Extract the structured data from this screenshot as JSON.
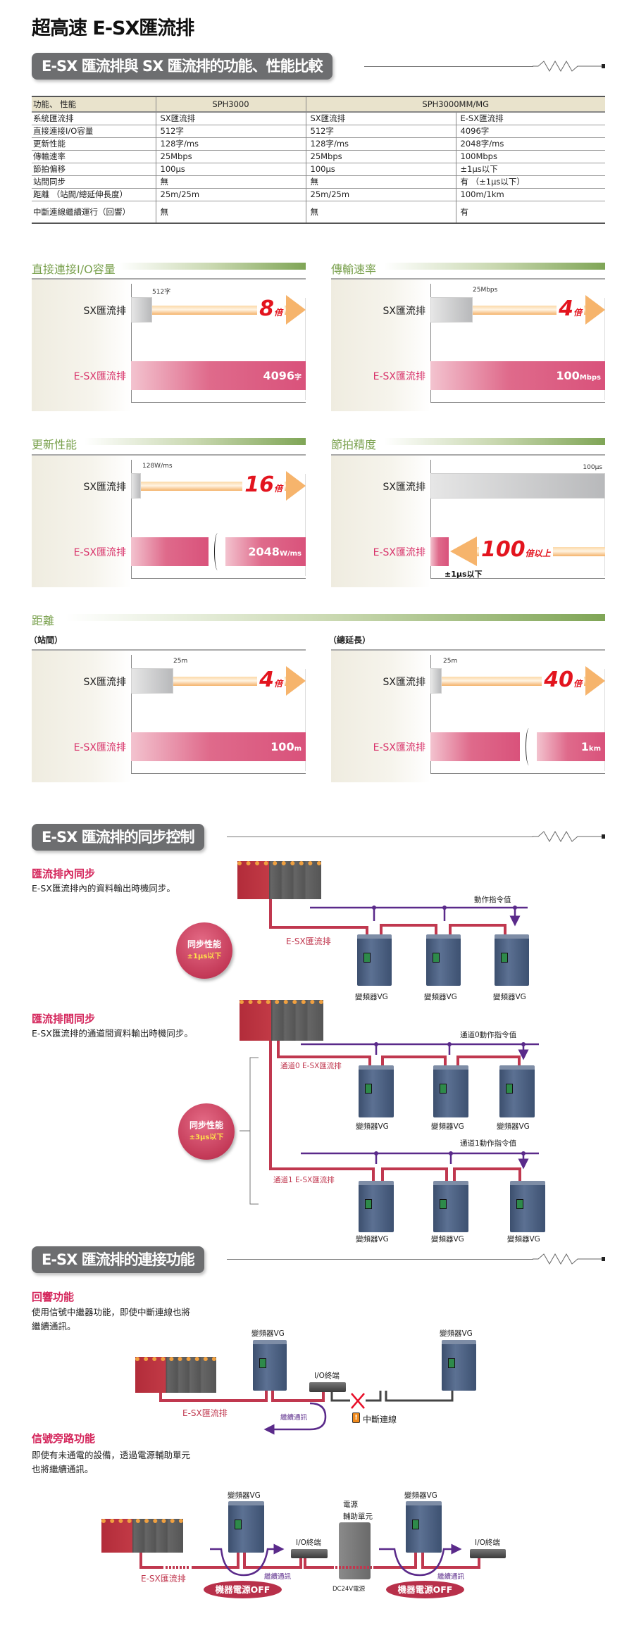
{
  "page_title": "超高速 E-SX匯流排",
  "sections": {
    "compare": "E-SX 匯流排與 SX 匯流排的功能、性能比較",
    "sync": "E-SX 匯流排的同步控制",
    "connect": "E-SX 匯流排的連接功能"
  },
  "table": {
    "headers": [
      "功能、 性能",
      "SPH3000",
      "SPH3000MM/MG"
    ],
    "rows": [
      [
        "系統匯流排",
        "SX匯流排",
        "SX匯流排",
        "E-SX匯流排"
      ],
      [
        "直接連接I/O容量",
        "512字",
        "512字",
        "4096字"
      ],
      [
        "更新性能",
        "128字/ms",
        "128字/ms",
        "2048字/ms"
      ],
      [
        "傳輸速率",
        "25Mbps",
        "25Mbps",
        "100Mbps"
      ],
      [
        "節拍偏移",
        "100μs",
        "100μs",
        "±1μs以下"
      ],
      [
        "站間同步",
        "無",
        "無",
        "有 （±1μs以下）"
      ],
      [
        "距離 （站間/總延伸長度）",
        "25m/25m",
        "25m/25m",
        "100m/1km"
      ],
      [
        "中斷連線繼續運行（回響）",
        "無",
        "無",
        "有"
      ]
    ]
  },
  "performance": {
    "sx_label": "SX匯流排",
    "esx_label": "E-SX匯流排",
    "distance_title": "距離",
    "panels": [
      {
        "title": "直接連接I/O容量",
        "sx_value": "512字",
        "multiplier": "8",
        "multiplier_unit": "倍",
        "esx_value": "4096",
        "esx_unit": "字"
      },
      {
        "title": "傳輸速率",
        "sx_value": "25Mbps",
        "multiplier": "4",
        "multiplier_unit": "倍",
        "esx_value": "100",
        "esx_unit": "Mbps"
      },
      {
        "title": "更新性能",
        "sx_value": "128W/ms",
        "multiplier": "16",
        "multiplier_unit": "倍",
        "esx_value": "2048",
        "esx_unit": "W/ms"
      },
      {
        "title": "節拍精度",
        "sx_value": "100μs",
        "multiplier": "100",
        "multiplier_unit": "倍以上",
        "esx_note": "±1μs以下"
      },
      {
        "title": "（站間）",
        "sx_value": "25m",
        "multiplier": "4",
        "multiplier_unit": "倍",
        "esx_value": "100",
        "esx_unit": "m"
      },
      {
        "title": "（總延長）",
        "sx_value": "25m",
        "multiplier": "40",
        "multiplier_unit": "倍",
        "esx_value": "1",
        "esx_unit": "km"
      }
    ]
  },
  "sync": {
    "drive_label": "變頻器VG",
    "intra": {
      "title": "匯流排內同步",
      "desc": "E-SX匯流排內的資料輸出時機同步。",
      "command": "動作指令值",
      "bus": "E-SX匯流排",
      "badge_title": "同步性能",
      "badge_value": "±1μs以下"
    },
    "inter": {
      "title": "匯流排間同步",
      "desc": "E-SX匯流排的通道間資料輸出時機同步。",
      "ch0_command": "通道0動作指令值",
      "ch0_bus": "通道0 E-SX匯流排",
      "ch1_command": "通道1動作指令值",
      "ch1_bus": "通道1 E-SX匯流排",
      "badge_title": "同步性能",
      "badge_value": "±3μs以下"
    }
  },
  "connect": {
    "drive_label": "變頻器VG",
    "io_label": "I/O終端",
    "bus": "E-SX匯流排",
    "continue": "繼續通訊",
    "echo": {
      "title": "回響功能",
      "desc": [
        "使用信號中繼器功能，即使中斷連線也將",
        "繼續通訊。"
      ],
      "disconnect": "中斷連線"
    },
    "bypass": {
      "title": "信號旁路功能",
      "desc": [
        "即使有未通電的設備，透過電源輔助單元",
        "也將繼續通訊。"
      ],
      "power_unit": [
        "電源",
        "輔助單元"
      ],
      "dc": "DC24V電源",
      "off": "機器電源OFF"
    }
  }
}
